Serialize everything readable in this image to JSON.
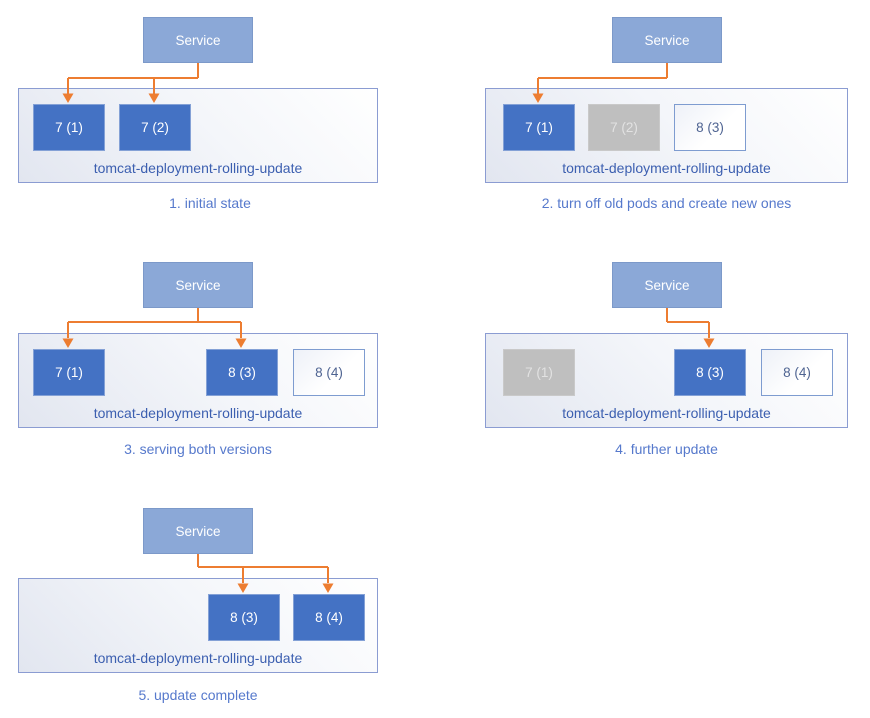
{
  "colors": {
    "arrow": "#ED7D31",
    "service_fill": "#8BA8D7",
    "pod_active_fill": "#4472C4",
    "pod_stopped_fill": "#BFBFBF",
    "pod_new_border": "#7E9CD0",
    "deployment_label_text": "#3C5FB0",
    "caption_text": "#5679CC"
  },
  "panels": [
    {
      "service_label": "Service",
      "deployment_label": "tomcat-deployment-rolling-update",
      "caption": "1. initial state",
      "pods": [
        {
          "label": "7 (1)",
          "state": "active"
        },
        {
          "label": "7 (2)",
          "state": "active"
        }
      ],
      "service_routes_to": [
        "7 (1)",
        "7 (2)"
      ]
    },
    {
      "service_label": "Service",
      "deployment_label": "tomcat-deployment-rolling-update",
      "caption": "2. turn off old pods and create new ones",
      "pods": [
        {
          "label": "7 (1)",
          "state": "active"
        },
        {
          "label": "7 (2)",
          "state": "stopped"
        },
        {
          "label": "8 (3)",
          "state": "new"
        }
      ],
      "service_routes_to": [
        "7 (1)"
      ]
    },
    {
      "service_label": "Service",
      "deployment_label": "tomcat-deployment-rolling-update",
      "caption": "3. serving both versions",
      "pods": [
        {
          "label": "7 (1)",
          "state": "active"
        },
        {
          "label": "8 (3)",
          "state": "active"
        },
        {
          "label": "8 (4)",
          "state": "new"
        }
      ],
      "service_routes_to": [
        "7 (1)",
        "8 (3)"
      ]
    },
    {
      "service_label": "Service",
      "deployment_label": "tomcat-deployment-rolling-update",
      "caption": "4. further update",
      "pods": [
        {
          "label": "7 (1)",
          "state": "stopped"
        },
        {
          "label": "8 (3)",
          "state": "active"
        },
        {
          "label": "8 (4)",
          "state": "new"
        }
      ],
      "service_routes_to": [
        "8 (3)"
      ]
    },
    {
      "service_label": "Service",
      "deployment_label": "tomcat-deployment-rolling-update",
      "caption": "5. update complete",
      "pods": [
        {
          "label": "8 (3)",
          "state": "active"
        },
        {
          "label": "8 (4)",
          "state": "active"
        }
      ],
      "service_routes_to": [
        "8 (3)",
        "8 (4)"
      ]
    }
  ]
}
